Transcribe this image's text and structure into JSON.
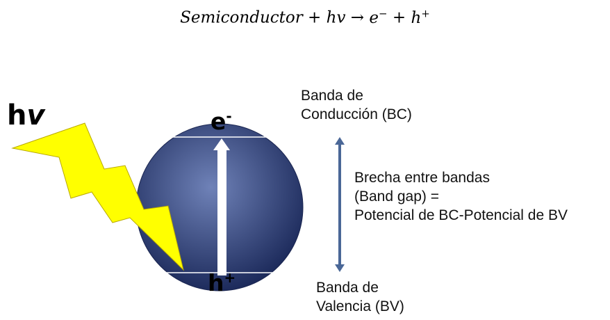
{
  "equation": {
    "term1": "Semiconductor",
    "plus1": "+",
    "term2": "hv",
    "arrow": "→",
    "electron": "e",
    "electron_sup": "−",
    "plus2": "+",
    "hole": "h",
    "hole_sup": "+"
  },
  "photon": {
    "h": "h",
    "nu": "v"
  },
  "particle": {
    "electron": "e",
    "electron_sup": "-",
    "hole": "h",
    "hole_sup": "+"
  },
  "labels": {
    "bc_line1": "Banda de",
    "bc_line2": "Conducción (BC)",
    "gap_line1": "Brecha entre bandas",
    "gap_line2": "(Band gap) =",
    "gap_line3": "Potencial de BC-Potencial de BV",
    "bv_line1": "Banda de",
    "bv_line2": "Valencia (BV)"
  },
  "colors": {
    "sphere_light": "#6f82b8",
    "sphere_dark": "#1d2b5c",
    "lightning": "#ffff00",
    "gap_arrow": "#4a6797"
  }
}
